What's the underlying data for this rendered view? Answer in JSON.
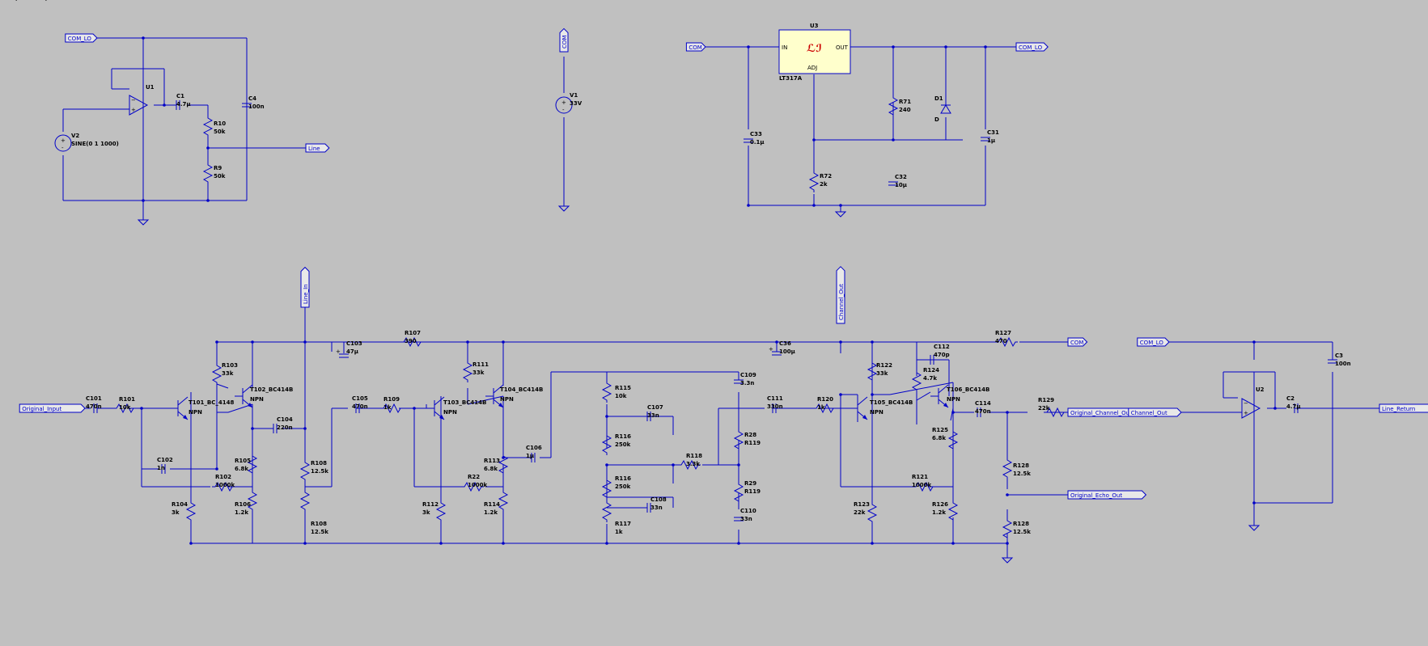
{
  "components": [
    {
      "id": "V2",
      "ref": "V2",
      "value": "SINE(0 1 1000)"
    },
    {
      "id": "U1",
      "ref": "U1",
      "value": ""
    },
    {
      "id": "C1",
      "ref": "C1",
      "value": "4.7µ"
    },
    {
      "id": "C4",
      "ref": "C4",
      "value": "100n"
    },
    {
      "id": "R10",
      "ref": "R10",
      "value": "50k"
    },
    {
      "id": "R9",
      "ref": "R9",
      "value": "50k"
    },
    {
      "id": "V1",
      "ref": "V1",
      "value": "33V"
    },
    {
      "id": "U3",
      "ref": "U3",
      "value": "LT317A"
    },
    {
      "id": "C33",
      "ref": "C33",
      "value": "0.1µ"
    },
    {
      "id": "R72",
      "ref": "R72",
      "value": "2k"
    },
    {
      "id": "R71",
      "ref": "R71",
      "value": "240"
    },
    {
      "id": "C32",
      "ref": "C32",
      "value": "10µ"
    },
    {
      "id": "D1",
      "ref": "D1",
      "value": "D"
    },
    {
      "id": "C31",
      "ref": "C31",
      "value": "1µ"
    },
    {
      "id": "C101",
      "ref": "C101",
      "value": "470n"
    },
    {
      "id": "R101",
      "ref": "R101",
      "value": "10k"
    },
    {
      "id": "T101",
      "ref": "T101_BC_4148",
      "value": "NPN"
    },
    {
      "id": "R103",
      "ref": "R103",
      "value": "33k"
    },
    {
      "id": "T102",
      "ref": "T102_BC414B",
      "value": "NPN"
    },
    {
      "id": "C102",
      "ref": "C102",
      "value": "1n"
    },
    {
      "id": "R102",
      "ref": "R102",
      "value": "1000k"
    },
    {
      "id": "R105",
      "ref": "R105",
      "value": "6.8k"
    },
    {
      "id": "R104",
      "ref": "R104",
      "value": "3k"
    },
    {
      "id": "R106",
      "ref": "R106",
      "value": "1.2k"
    },
    {
      "id": "C104",
      "ref": "C104",
      "value": "220n"
    },
    {
      "id": "C103",
      "ref": "C103",
      "value": "47µ"
    },
    {
      "id": "R107",
      "ref": "R107",
      "value": "390"
    },
    {
      "id": "R108a",
      "ref": "R108",
      "value": "12.5k"
    },
    {
      "id": "R108b",
      "ref": "R108",
      "value": "12.5k"
    },
    {
      "id": "C105",
      "ref": "C105",
      "value": "470n"
    },
    {
      "id": "R109",
      "ref": "R109",
      "value": "1k"
    },
    {
      "id": "R111",
      "ref": "R111",
      "value": "33k"
    },
    {
      "id": "T103",
      "ref": "T103_BC414B",
      "value": "NPN"
    },
    {
      "id": "T104",
      "ref": "T104_BC414B",
      "value": "NPN"
    },
    {
      "id": "R22",
      "ref": "R22",
      "value": "1000k"
    },
    {
      "id": "R113",
      "ref": "R113",
      "value": "6.8k"
    },
    {
      "id": "R112",
      "ref": "R112",
      "value": "3k"
    },
    {
      "id": "R114",
      "ref": "R114",
      "value": "1.2k"
    },
    {
      "id": "C106",
      "ref": "C106",
      "value": "1µ"
    },
    {
      "id": "R115",
      "ref": "R115",
      "value": "10k"
    },
    {
      "id": "R116a",
      "ref": "R116",
      "value": "250k"
    },
    {
      "id": "R116b",
      "ref": "R116",
      "value": "250k"
    },
    {
      "id": "R117",
      "ref": "R117",
      "value": "1k"
    },
    {
      "id": "C107",
      "ref": "C107",
      "value": "33n"
    },
    {
      "id": "C108",
      "ref": "C108",
      "value": "33n"
    },
    {
      "id": "R118",
      "ref": "R118",
      "value": "3.3k"
    },
    {
      "id": "C109",
      "ref": "C109",
      "value": "3.3n"
    },
    {
      "id": "R28",
      "ref": "R28",
      "value": "R119"
    },
    {
      "id": "R29",
      "ref": "R29",
      "value": "R119"
    },
    {
      "id": "C110",
      "ref": "C110",
      "value": "33n"
    },
    {
      "id": "C36",
      "ref": "C36",
      "value": "100µ"
    },
    {
      "id": "C111",
      "ref": "C111",
      "value": "330n"
    },
    {
      "id": "R120",
      "ref": "R120",
      "value": "1k"
    },
    {
      "id": "R122",
      "ref": "R122",
      "value": "33k"
    },
    {
      "id": "T105",
      "ref": "T105_BC414B",
      "value": "NPN"
    },
    {
      "id": "R121",
      "ref": "R121",
      "value": "1000k"
    },
    {
      "id": "R123",
      "ref": "R123",
      "value": "22k"
    },
    {
      "id": "C112",
      "ref": "C112",
      "value": "470p"
    },
    {
      "id": "R124",
      "ref": "R124",
      "value": "4.7k"
    },
    {
      "id": "T106",
      "ref": "T106_BC414B",
      "value": "NPN"
    },
    {
      "id": "R125",
      "ref": "R125",
      "value": "6.8k"
    },
    {
      "id": "R126",
      "ref": "R126",
      "value": "1.2k"
    },
    {
      "id": "R127",
      "ref": "R127",
      "value": "470"
    },
    {
      "id": "C114",
      "ref": "C114",
      "value": "470n"
    },
    {
      "id": "R129",
      "ref": "R129",
      "value": "22k"
    },
    {
      "id": "R128a",
      "ref": "R128",
      "value": "12.5k"
    },
    {
      "id": "R128b",
      "ref": "R128",
      "value": "12.5k"
    },
    {
      "id": "U2",
      "ref": "U2",
      "value": ""
    },
    {
      "id": "C2",
      "ref": "C2",
      "value": "4.7µ"
    },
    {
      "id": "C3",
      "ref": "C3",
      "value": "100n"
    }
  ],
  "net_labels": {
    "com_lo_1": "COM_LO",
    "line": "Line",
    "com_v1": "COM",
    "com_u3": "COM",
    "com_lo_u3": "COM_LO",
    "original_input": "Original_Input",
    "line_in": "Line_In",
    "channel_out_v": "Channel_Out",
    "com_main": "COM",
    "original_channel_out": "Original_Channel_Out",
    "original_echo_out": "Original_Echo_Out",
    "com_lo_2": "COM_LO",
    "channel_out_u2": "Channel_Out",
    "line_return": "Line_Return"
  },
  "pin_labels": {
    "u3_in": "IN",
    "u3_out": "OUT",
    "u3_adj": "ADJ"
  },
  "colors": {
    "background": "#c0c0c0",
    "wire": "#0000c8",
    "text": "#000000",
    "logo": "#cc0000",
    "regulator_fill": "#ffffcc"
  }
}
